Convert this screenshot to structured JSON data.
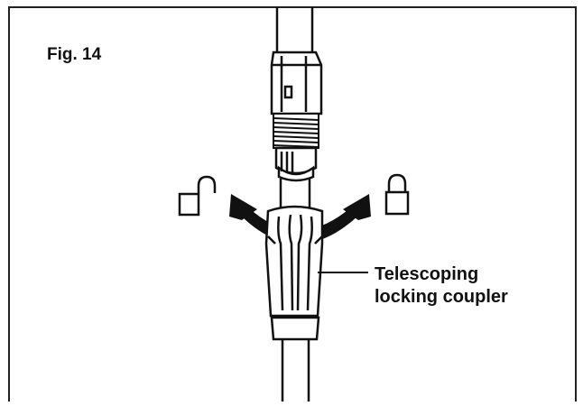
{
  "figure": {
    "label": "Fig. 14"
  },
  "callout": {
    "line1": "Telescoping",
    "line2": "locking coupler"
  },
  "icons": {
    "left": "unlocked-padlock-icon",
    "right": "locked-padlock-icon",
    "arrow": "curved-double-arrow-icon"
  },
  "colors": {
    "ink": "#111111",
    "background": "#ffffff"
  }
}
